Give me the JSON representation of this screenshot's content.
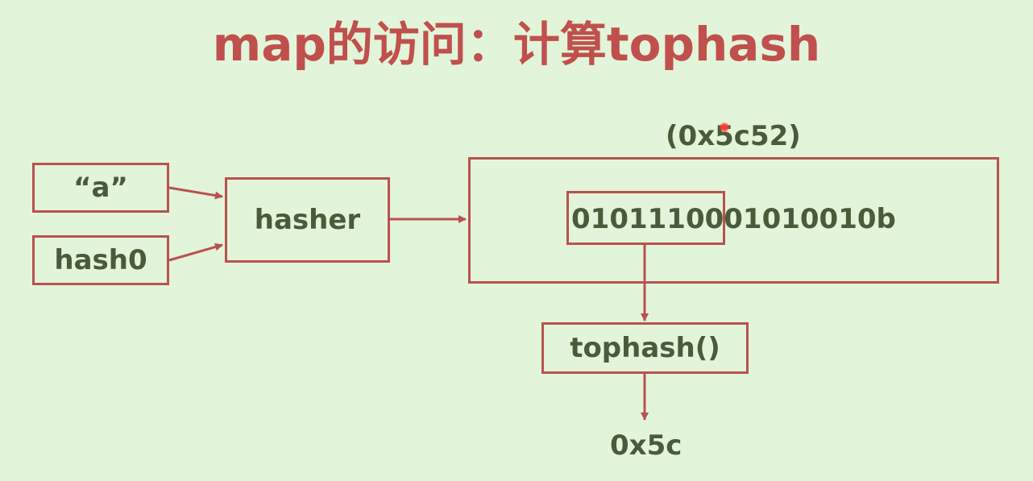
{
  "title": "map的访问：计算tophash",
  "nodes": {
    "key": "“a”",
    "seed": "hash0",
    "hasher": "hasher",
    "hash_value_hex": "(0x5c52)",
    "hash_bits": "0101110001010010b",
    "tophash_func": "tophash()",
    "tophash_result": "0x5c"
  },
  "colors": {
    "title": "#c0504d",
    "box_border": "#b9524f",
    "text": "#4b5a3a",
    "background": "#e2f4d9"
  },
  "icons": [
    "pointer-dot"
  ]
}
